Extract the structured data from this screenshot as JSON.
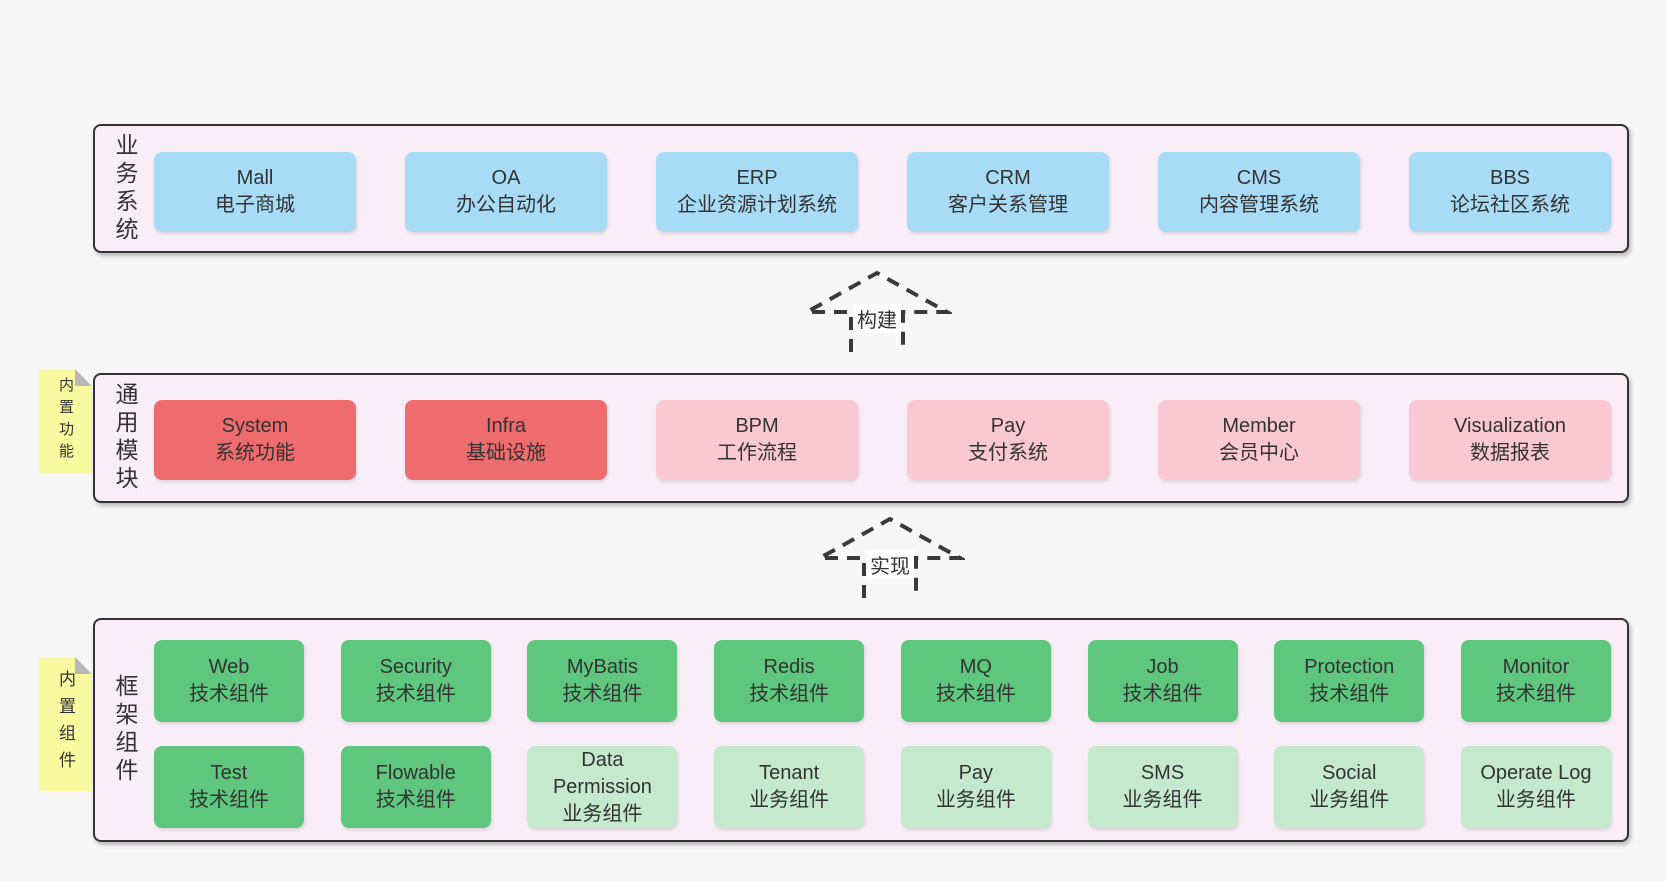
{
  "palette": {
    "page_bg": "#f7f7f7",
    "panel_bg": "#f9eef7",
    "panel_border": "#333333",
    "blue_box": "#a8dcf6",
    "red_box": "#ee6c6e",
    "pink_box": "#f9c8d3",
    "green_box": "#5ec77d",
    "light_green_box": "#c4e9cd",
    "note_yellow": "#f9f9a0",
    "note_fold_gray": "#b8b8bc",
    "text": "#333333"
  },
  "arrows": {
    "build": "构建",
    "implement": "实现"
  },
  "sections": {
    "business": {
      "label": "业务系统",
      "boxes": [
        {
          "title": "Mall",
          "subtitle": "电子商城"
        },
        {
          "title": "OA",
          "subtitle": "办公自动化"
        },
        {
          "title": "ERP",
          "subtitle": "企业资源计划系统"
        },
        {
          "title": "CRM",
          "subtitle": "客户关系管理"
        },
        {
          "title": "CMS",
          "subtitle": "内容管理系统"
        },
        {
          "title": "BBS",
          "subtitle": "论坛社区系统"
        }
      ]
    },
    "modules": {
      "label": "通用模块",
      "note": "内置功能",
      "boxes": [
        {
          "title": "System",
          "subtitle": "系统功能",
          "type": "red"
        },
        {
          "title": "Infra",
          "subtitle": "基础设施",
          "type": "red"
        },
        {
          "title": "BPM",
          "subtitle": "工作流程",
          "type": "pink"
        },
        {
          "title": "Pay",
          "subtitle": "支付系统",
          "type": "pink"
        },
        {
          "title": "Member",
          "subtitle": "会员中心",
          "type": "pink"
        },
        {
          "title": "Visualization",
          "subtitle": "数据报表",
          "type": "pink"
        }
      ]
    },
    "framework": {
      "label": "框架组件",
      "note": "内置组件",
      "row1": [
        {
          "title": "Web",
          "subtitle": "技术组件",
          "type": "green"
        },
        {
          "title": "Security",
          "subtitle": "技术组件",
          "type": "green"
        },
        {
          "title": "MyBatis",
          "subtitle": "技术组件",
          "type": "green"
        },
        {
          "title": "Redis",
          "subtitle": "技术组件",
          "type": "green"
        },
        {
          "title": "MQ",
          "subtitle": "技术组件",
          "type": "green"
        },
        {
          "title": "Job",
          "subtitle": "技术组件",
          "type": "green"
        },
        {
          "title": "Protection",
          "subtitle": "技术组件",
          "type": "green"
        },
        {
          "title": "Monitor",
          "subtitle": "技术组件",
          "type": "green"
        }
      ],
      "row2": [
        {
          "title": "Test",
          "subtitle": "技术组件",
          "type": "green"
        },
        {
          "title": "Flowable",
          "subtitle": "技术组件",
          "type": "green"
        },
        {
          "title": "Data Permission",
          "subtitle": "业务组件",
          "type": "light-green"
        },
        {
          "title": "Tenant",
          "subtitle": "业务组件",
          "type": "light-green"
        },
        {
          "title": "Pay",
          "subtitle": "业务组件",
          "type": "light-green"
        },
        {
          "title": "SMS",
          "subtitle": "业务组件",
          "type": "light-green"
        },
        {
          "title": "Social",
          "subtitle": "业务组件",
          "type": "light-green"
        },
        {
          "title": "Operate Log",
          "subtitle": "业务组件",
          "type": "light-green"
        }
      ]
    }
  }
}
